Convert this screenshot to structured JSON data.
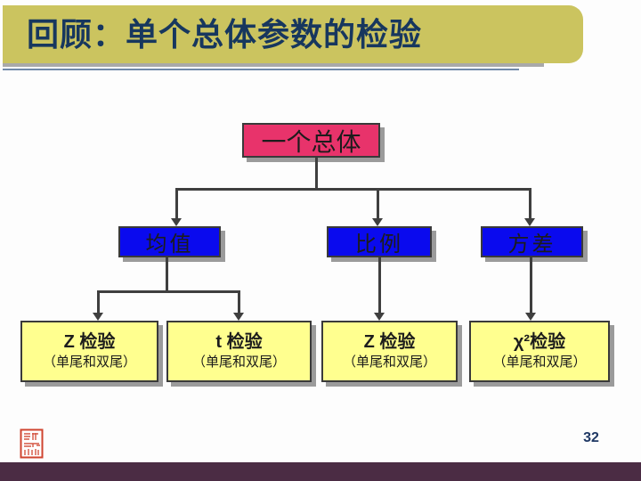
{
  "slide": {
    "title": "回顾：单个总体参数的检验",
    "page_number": "32"
  },
  "tree": {
    "root": "一个总体",
    "children": [
      {
        "label": "均值",
        "children": [
          {
            "title": "Z 检验",
            "subtitle": "（单尾和双尾）"
          },
          {
            "title": "t 检验",
            "subtitle": "（单尾和双尾）"
          }
        ]
      },
      {
        "label": "比例",
        "children": [
          {
            "title": "Z 检验",
            "subtitle": "（单尾和双尾）"
          }
        ]
      },
      {
        "label": "方差",
        "children": [
          {
            "title": "χ²检验",
            "subtitle": "（单尾和双尾）"
          }
        ]
      }
    ]
  },
  "icons": {
    "seal": "chinese-seal-stamp"
  },
  "colors": {
    "header-bg": "#CBC45F",
    "title-text": "#17375E",
    "rule-gray": "#A9A9A9",
    "rule-blue": "#7189A9",
    "root-box-bg": "#E8336B",
    "branch-box-bg": "#0A0AEE",
    "leaf-box-bg": "#FFFF8F",
    "box-border": "#3A3A3A",
    "box-shadow": "#9B9B9B",
    "box-text": "#1C1C1C",
    "connector": "#3F3F3F",
    "footer-bar": "#4B2C44",
    "page-number": "#1F3864",
    "seal-red": "#D0442F"
  }
}
